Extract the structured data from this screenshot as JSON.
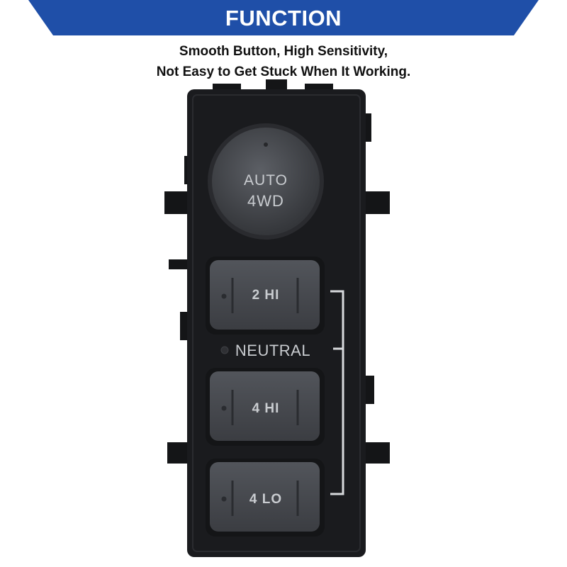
{
  "banner": {
    "title": "FUNCTION",
    "color": "#1f4fa8"
  },
  "description": {
    "line1": "Smooth Button, High Sensitivity,",
    "line2": "Not Easy to Get Stuck When It Working."
  },
  "switch": {
    "knob_line1": "AUTO",
    "knob_line2": "4WD",
    "buttons": [
      {
        "label": "2 HI"
      },
      {
        "label": "4 HI"
      },
      {
        "label": "4 LO"
      }
    ],
    "neutral_label": "NEUTRAL",
    "housing_color": "#1a1b1e",
    "button_color": "#45484e"
  }
}
